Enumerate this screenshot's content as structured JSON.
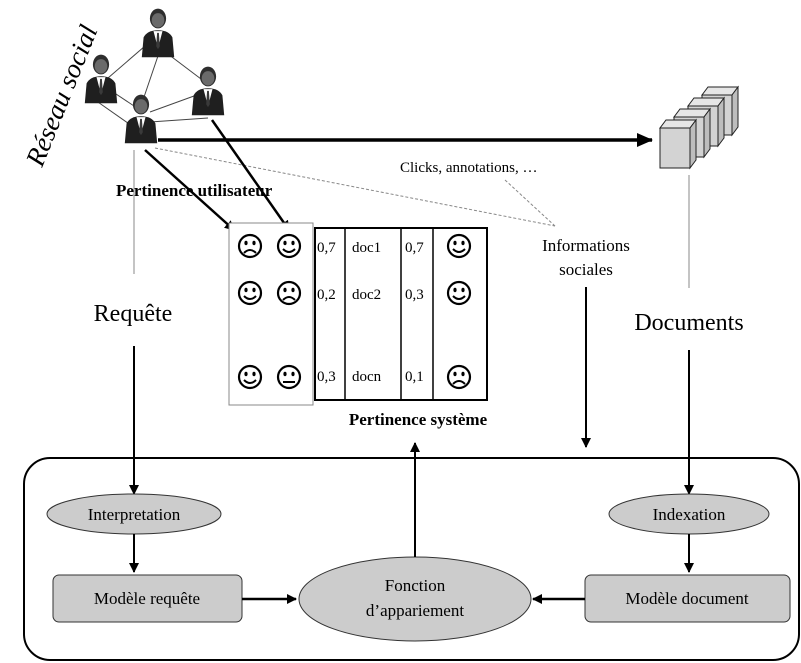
{
  "social_network_label": "Réseau social",
  "social_info_caption": "Clicks, annotations, …",
  "user_relevance_label": "Pertinence utilisateur",
  "social_info_label": [
    "Informations",
    "sociales"
  ],
  "query_label": "Requête",
  "documents_label": "Documents",
  "system_relevance_label": "Pertinence système",
  "table": {
    "rows": [
      {
        "score": "0,7",
        "doc": "doc1",
        "social": "0,7",
        "user_faces": [
          "sad",
          "smile"
        ],
        "result_face": "smile"
      },
      {
        "score": "0,2",
        "doc": "doc2",
        "social": "0,3",
        "user_faces": [
          "smile",
          "sad"
        ],
        "result_face": "smile"
      },
      {
        "score": "0,3",
        "doc": "docn",
        "social": "0,1",
        "user_faces": [
          "smile",
          "neutral"
        ],
        "result_face": "sad"
      }
    ]
  },
  "system": {
    "interpretation": "Interpretation",
    "query_model": "Modèle requête",
    "matching": [
      "Fonction",
      "d’appariement"
    ],
    "indexing": "Indexation",
    "doc_model": "Modèle document"
  },
  "colors": {
    "node_fill": "#cccccc",
    "line": "#000000",
    "thin_line": "#555555",
    "dotted_line": "#888888"
  }
}
